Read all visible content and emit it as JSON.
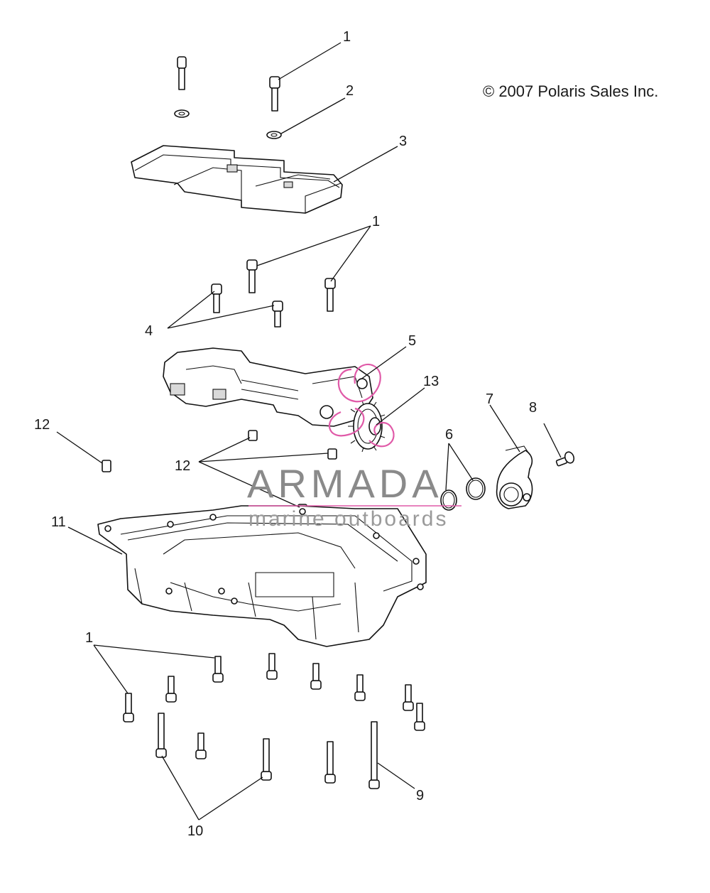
{
  "copyright": "© 2007 Polaris Sales Inc.",
  "watermark": {
    "brand": "ARMADA",
    "tagline": "marine outboards",
    "brand_color": "#8a8a8a",
    "accent_color": "#e05aa8"
  },
  "callouts": {
    "c1a": "1",
    "c2": "2",
    "c3": "3",
    "c1b": "1",
    "c4": "4",
    "c5": "5",
    "c13": "13",
    "c7": "7",
    "c8": "8",
    "c6": "6",
    "c12a": "12",
    "c12b": "12",
    "c11": "11",
    "c1c": "1",
    "c9": "9",
    "c10": "10"
  }
}
